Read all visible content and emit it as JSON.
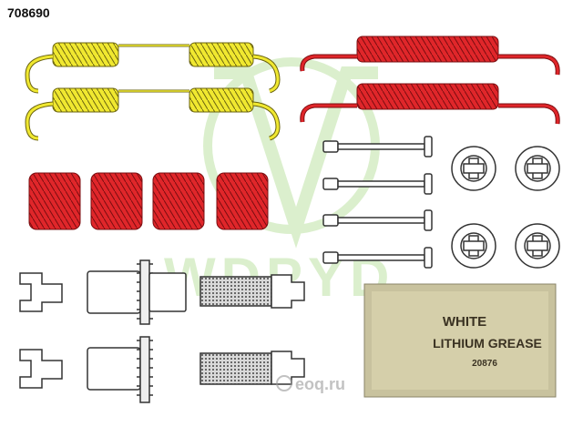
{
  "part_number": "708690",
  "watermark": {
    "logo_text": "WDPYD",
    "site_text": "eoq.ru"
  },
  "grease_packet": {
    "line1": "WHITE",
    "line2": "LITHIUM GREASE",
    "code": "20876"
  },
  "colors": {
    "yellow_spring": "#f0e830",
    "red_spring": "#e0262a",
    "watermark": "#bfe3a6"
  }
}
